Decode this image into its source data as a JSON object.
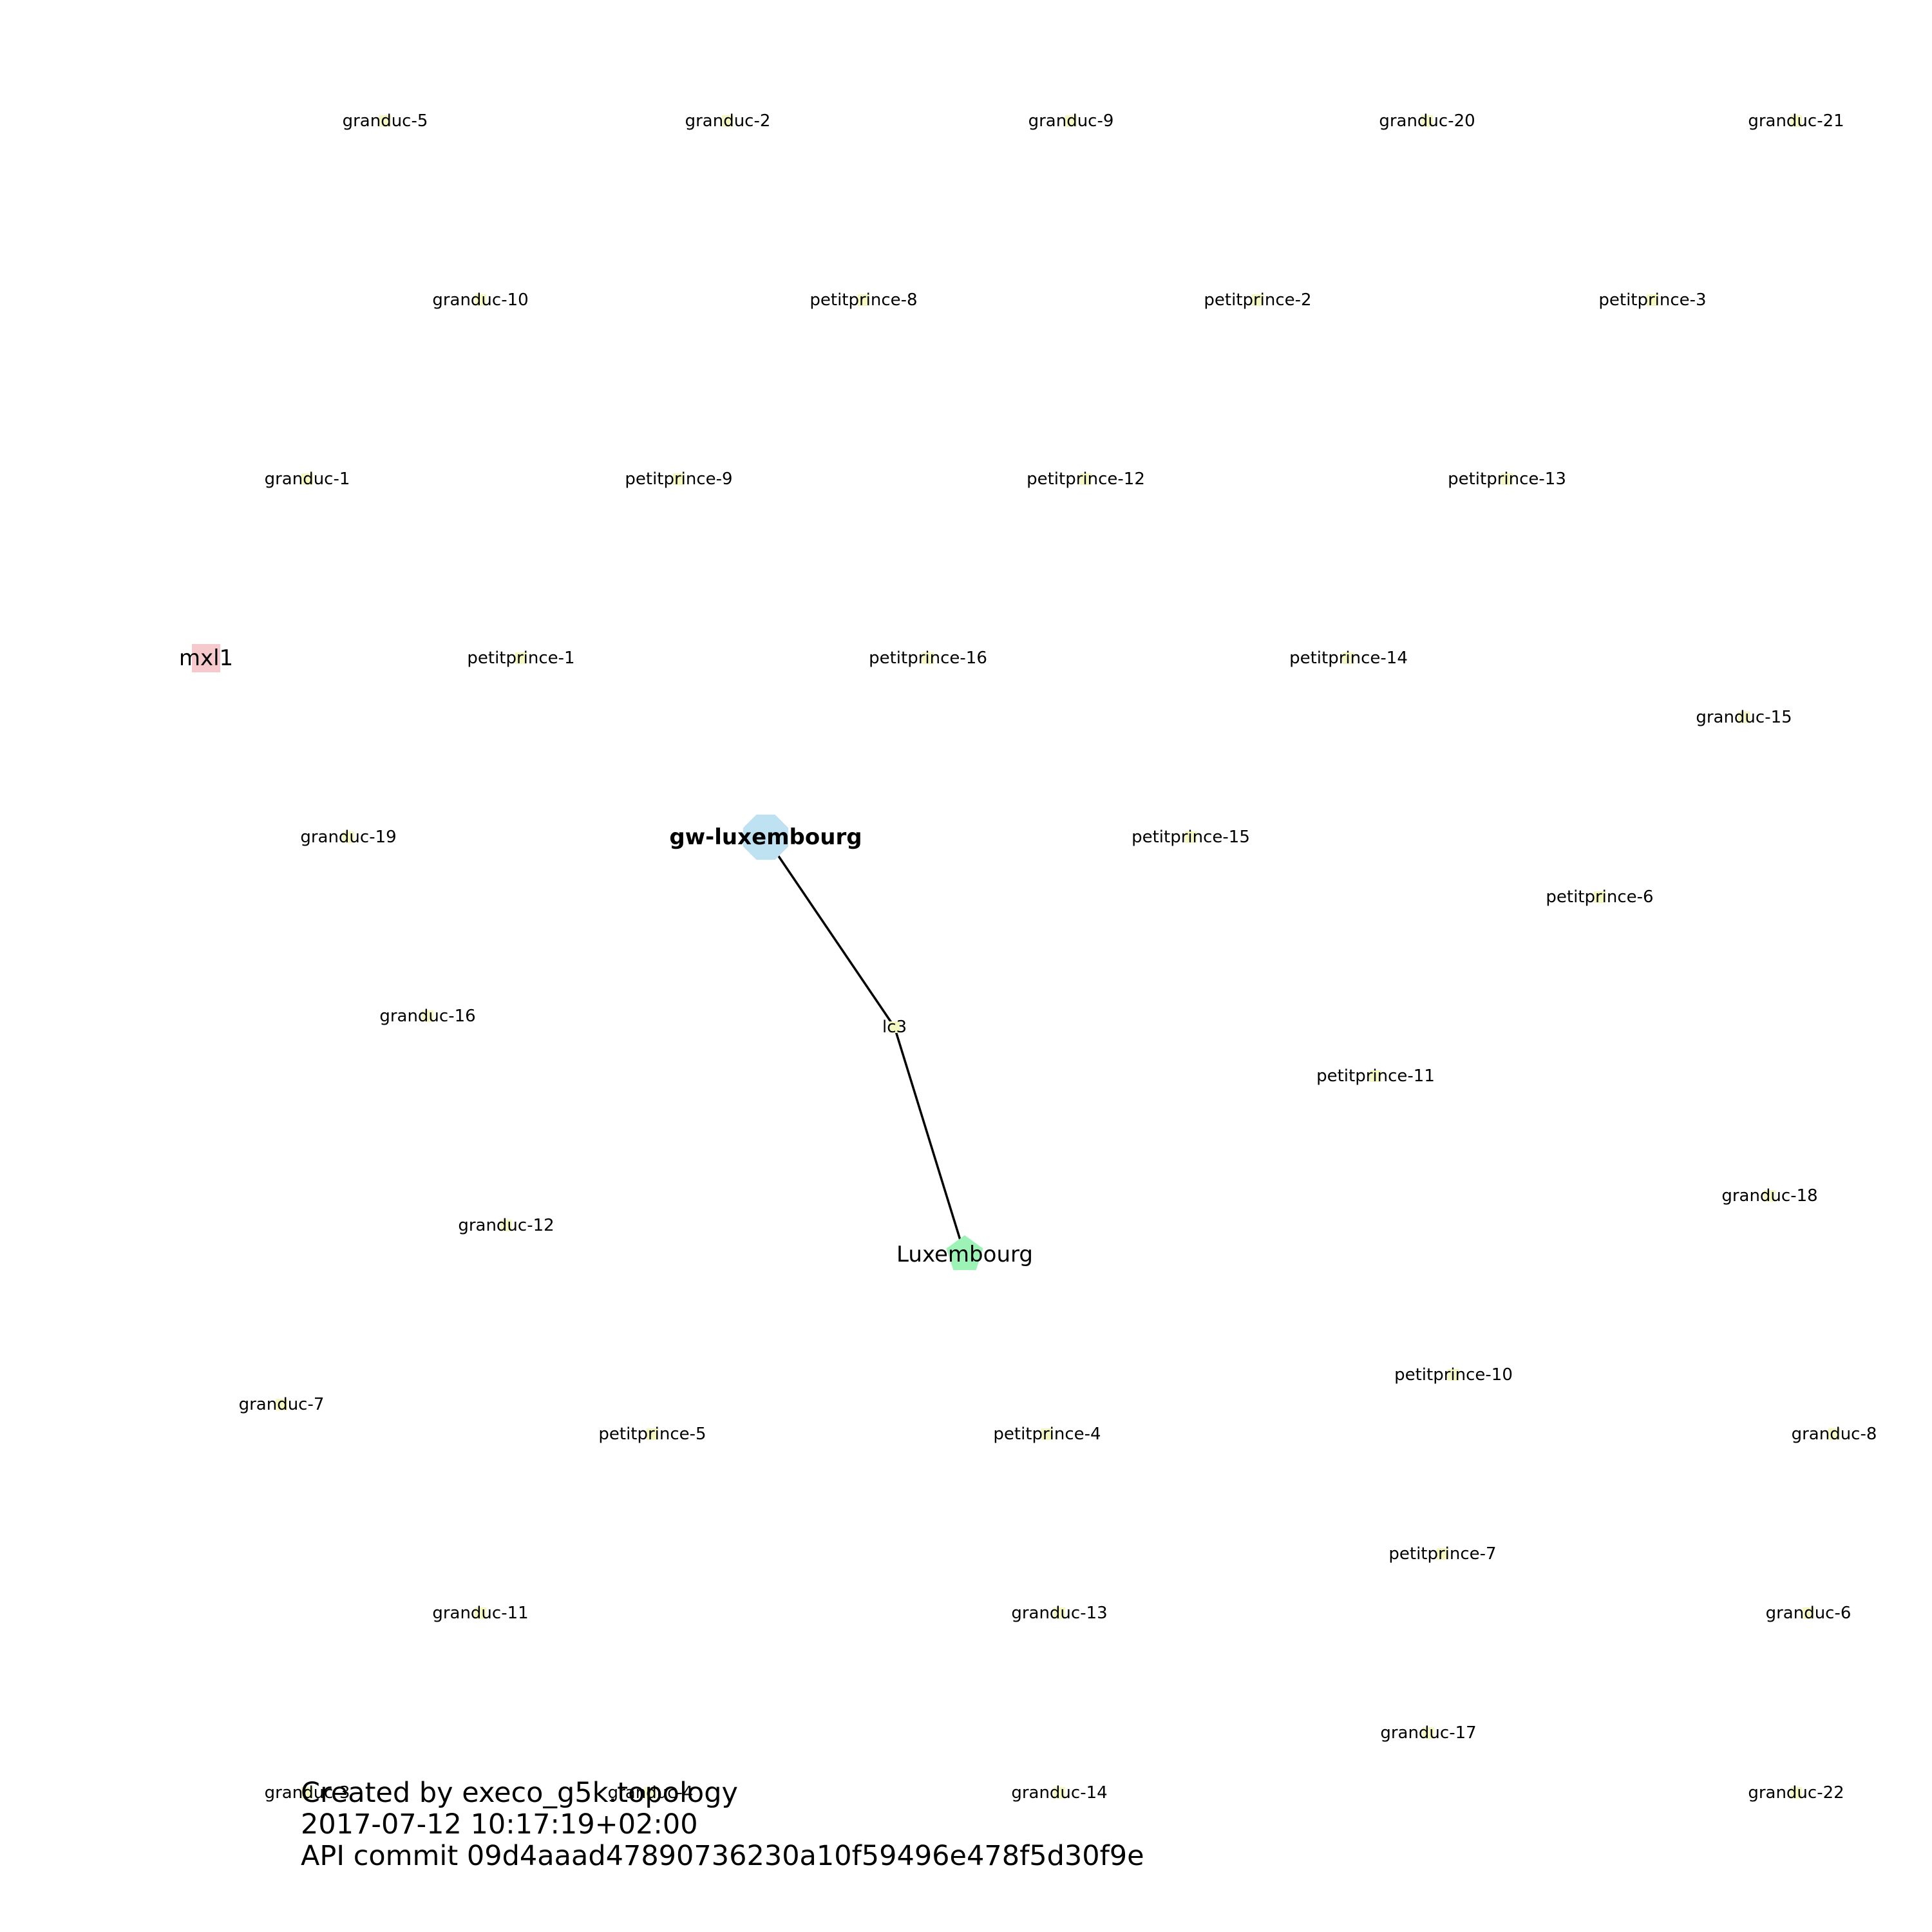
{
  "colors": {
    "node_host": "#f5f7c0",
    "node_gateway": "#bfe2f3",
    "node_site": "#9df2b6",
    "node_switch": "#f6c9cc",
    "edge": "#000000"
  },
  "nodes": [
    {
      "id": "granduc-5",
      "label": "granduc-5",
      "kind": "host",
      "icon": "square-icon"
    },
    {
      "id": "granduc-2",
      "label": "granduc-2",
      "kind": "host",
      "icon": "square-icon"
    },
    {
      "id": "granduc-9",
      "label": "granduc-9",
      "kind": "host",
      "icon": "square-icon"
    },
    {
      "id": "granduc-20",
      "label": "granduc-20",
      "kind": "host",
      "icon": "square-icon"
    },
    {
      "id": "granduc-21",
      "label": "granduc-21",
      "kind": "host",
      "icon": "square-icon"
    },
    {
      "id": "granduc-10",
      "label": "granduc-10",
      "kind": "host",
      "icon": "square-icon"
    },
    {
      "id": "petitprince-8",
      "label": "petitprince-8",
      "kind": "host",
      "icon": "square-icon"
    },
    {
      "id": "petitprince-2",
      "label": "petitprince-2",
      "kind": "host",
      "icon": "square-icon"
    },
    {
      "id": "petitprince-3",
      "label": "petitprince-3",
      "kind": "host",
      "icon": "square-icon"
    },
    {
      "id": "granduc-1",
      "label": "granduc-1",
      "kind": "host",
      "icon": "square-icon"
    },
    {
      "id": "petitprince-9",
      "label": "petitprince-9",
      "kind": "host",
      "icon": "square-icon"
    },
    {
      "id": "petitprince-12",
      "label": "petitprince-12",
      "kind": "host",
      "icon": "square-icon"
    },
    {
      "id": "petitprince-13",
      "label": "petitprince-13",
      "kind": "host",
      "icon": "square-icon"
    },
    {
      "id": "mxl1",
      "label": "mxl1",
      "kind": "switch",
      "icon": "square-icon"
    },
    {
      "id": "petitprince-1",
      "label": "petitprince-1",
      "kind": "host",
      "icon": "square-icon"
    },
    {
      "id": "petitprince-16",
      "label": "petitprince-16",
      "kind": "host",
      "icon": "square-icon"
    },
    {
      "id": "petitprince-14",
      "label": "petitprince-14",
      "kind": "host",
      "icon": "square-icon"
    },
    {
      "id": "granduc-15",
      "label": "granduc-15",
      "kind": "host",
      "icon": "square-icon"
    },
    {
      "id": "granduc-19",
      "label": "granduc-19",
      "kind": "host",
      "icon": "square-icon"
    },
    {
      "id": "gw-luxembourg",
      "label": "gw-luxembourg",
      "kind": "gateway",
      "icon": "octagon-icon"
    },
    {
      "id": "petitprince-15",
      "label": "petitprince-15",
      "kind": "host",
      "icon": "square-icon"
    },
    {
      "id": "petitprince-6",
      "label": "petitprince-6",
      "kind": "host",
      "icon": "square-icon"
    },
    {
      "id": "granduc-16",
      "label": "granduc-16",
      "kind": "host",
      "icon": "square-icon"
    },
    {
      "id": "lc3",
      "label": "lc3",
      "kind": "host",
      "icon": "square-icon"
    },
    {
      "id": "petitprince-11",
      "label": "petitprince-11",
      "kind": "host",
      "icon": "square-icon"
    },
    {
      "id": "granduc-18",
      "label": "granduc-18",
      "kind": "host",
      "icon": "square-icon"
    },
    {
      "id": "granduc-12",
      "label": "granduc-12",
      "kind": "host",
      "icon": "square-icon"
    },
    {
      "id": "Luxembourg",
      "label": "Luxembourg",
      "kind": "site",
      "icon": "pentagon-icon"
    },
    {
      "id": "petitprince-10",
      "label": "petitprince-10",
      "kind": "host",
      "icon": "square-icon"
    },
    {
      "id": "granduc-7",
      "label": "granduc-7",
      "kind": "host",
      "icon": "square-icon"
    },
    {
      "id": "petitprince-5",
      "label": "petitprince-5",
      "kind": "host",
      "icon": "square-icon"
    },
    {
      "id": "petitprince-4",
      "label": "petitprince-4",
      "kind": "host",
      "icon": "square-icon"
    },
    {
      "id": "granduc-8",
      "label": "granduc-8",
      "kind": "host",
      "icon": "square-icon"
    },
    {
      "id": "petitprince-7",
      "label": "petitprince-7",
      "kind": "host",
      "icon": "square-icon"
    },
    {
      "id": "granduc-11",
      "label": "granduc-11",
      "kind": "host",
      "icon": "square-icon"
    },
    {
      "id": "granduc-13",
      "label": "granduc-13",
      "kind": "host",
      "icon": "square-icon"
    },
    {
      "id": "granduc-6",
      "label": "granduc-6",
      "kind": "host",
      "icon": "square-icon"
    },
    {
      "id": "granduc-17",
      "label": "granduc-17",
      "kind": "host",
      "icon": "square-icon"
    },
    {
      "id": "granduc-3",
      "label": "granduc-3",
      "kind": "host",
      "icon": "square-icon"
    },
    {
      "id": "granduc-4",
      "label": "granduc-4",
      "kind": "host",
      "icon": "square-icon"
    },
    {
      "id": "granduc-14",
      "label": "granduc-14",
      "kind": "host",
      "icon": "square-icon"
    },
    {
      "id": "granduc-22",
      "label": "granduc-22",
      "kind": "host",
      "icon": "square-icon"
    }
  ],
  "edges": [
    {
      "from": "gw-luxembourg",
      "to": "lc3"
    },
    {
      "from": "lc3",
      "to": "Luxembourg"
    }
  ],
  "footer": {
    "line1": "Created by execo_g5k.topology",
    "line2": "2017-07-12 10:17:19+02:00",
    "line3": "API commit 09d4aaad47890736230a10f59496e478f5d30f9e"
  }
}
